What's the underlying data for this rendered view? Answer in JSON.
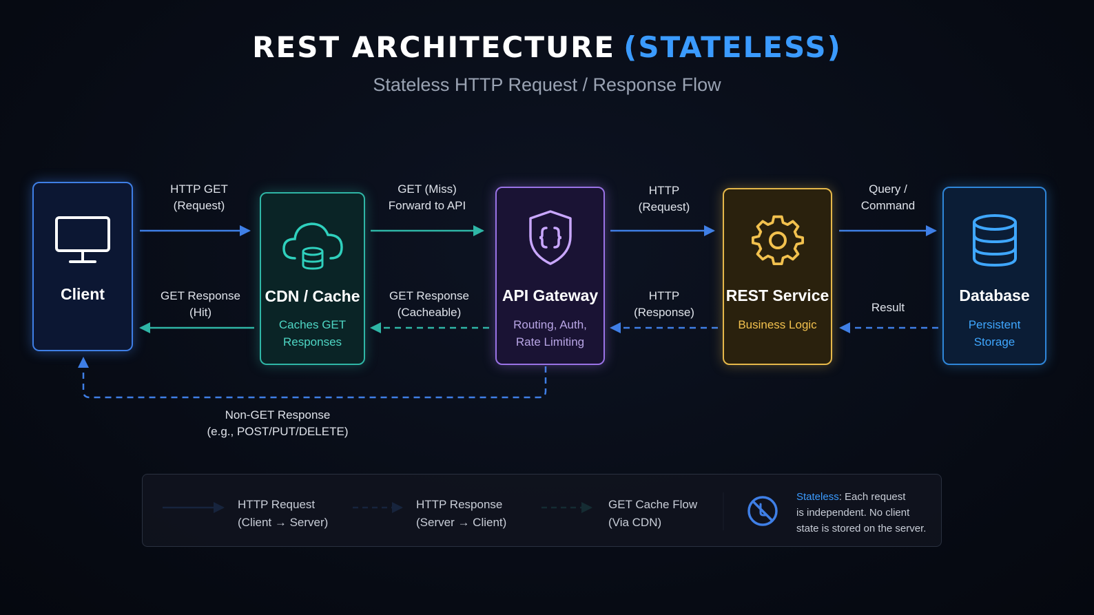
{
  "header": {
    "title": "REST ARCHITECTURE",
    "title_accent": "(STATELESS)",
    "subtitle": "Stateless HTTP Request / Response Flow"
  },
  "nodes": {
    "client": {
      "name": "Client",
      "icon": "monitor-icon",
      "color": "#3f7fe6"
    },
    "cdn": {
      "name": "CDN / Cache",
      "desc1": "Caches GET",
      "desc2": "Responses",
      "icon": "cloud-database-icon",
      "color": "#2fb6a6"
    },
    "gateway": {
      "name": "API Gateway",
      "desc1": "Routing, Auth,",
      "desc2": "Rate Limiting",
      "icon": "shield-braces-icon",
      "color": "#9a73e6"
    },
    "rest": {
      "name": "REST Service",
      "desc1": "Business Logic",
      "icon": "gear-icon",
      "color": "#e6b84a"
    },
    "db": {
      "name": "Database",
      "desc1": "Persistent",
      "desc2": "Storage",
      "icon": "database-icon",
      "color": "#2f86d9"
    }
  },
  "edges": {
    "client_cdn_req": {
      "line1": "HTTP GET",
      "line2": "(Request)"
    },
    "cdn_client_resp": {
      "line1": "GET Response",
      "line2": "(Hit)"
    },
    "cdn_gw_req": {
      "line1": "GET (Miss)",
      "line2": "Forward to API"
    },
    "gw_cdn_resp": {
      "line1": "GET Response",
      "line2": "(Cacheable)"
    },
    "gw_rest_req": {
      "line1": "HTTP",
      "line2": "(Request)"
    },
    "rest_gw_resp": {
      "line1": "HTTP",
      "line2": "(Response)"
    },
    "rest_db_req": {
      "line1": "Query /",
      "line2": "Command"
    },
    "db_rest_resp": {
      "line1": "Result"
    },
    "gw_client_nonget": {
      "line1": "Non-GET Response",
      "line2": "(e.g., POST/PUT/DELETE)"
    }
  },
  "legend": {
    "request": {
      "line1": "HTTP Request",
      "line2": "(Client → Server)"
    },
    "response": {
      "line1": "HTTP Response",
      "line2": "(Server → Client)"
    },
    "cache": {
      "line1": "GET Cache Flow",
      "line2": "(Via CDN)"
    },
    "stateless": {
      "highlight": "Stateless",
      "line1": ": Each request",
      "line2": "is independent. No client",
      "line3": "state is stored on the server.",
      "icon": "no-state-icon"
    }
  },
  "colors": {
    "request": "#3f7fe6",
    "response": "#3f7fe6",
    "cache": "#2fb6a6",
    "accent": "#3b9bff"
  }
}
